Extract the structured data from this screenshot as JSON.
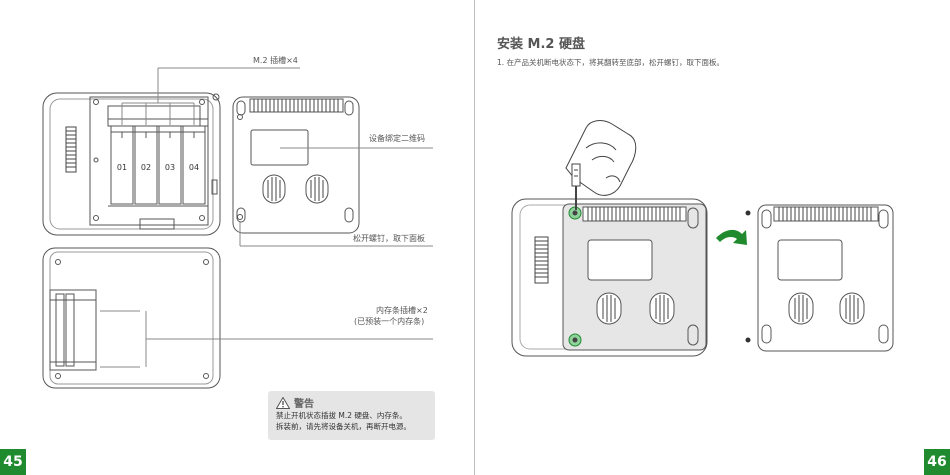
{
  "left_page": {
    "page_number": "45",
    "callouts": {
      "m2_slots": "M.2 插槽×4",
      "qr_code": "设备绑定二维码",
      "loosen_screws": "松开螺钉，取下面板",
      "ram_slot_line1": "内存条插槽×2",
      "ram_slot_line2": "(已预装一个内存条)"
    },
    "slot_labels": [
      "01",
      "02",
      "03",
      "04"
    ],
    "warning": {
      "title": "警告",
      "line1": "禁止开机状态插拔 M.2 硬盘、内存条。",
      "line2": "拆装前，请先将设备关机，再断开电源。"
    }
  },
  "right_page": {
    "page_number": "46",
    "heading": "安装 M.2 硬盘",
    "step1": "1. 在产品关机断电状态下，将其翻转至底部，松开螺钉，取下面板。"
  },
  "colors": {
    "accent_green": "#1f8a2e",
    "line_gray": "#666666",
    "warning_bg": "#e5e5e5"
  },
  "icons": [
    "warning-triangle-icon",
    "rotate-arrow-icon"
  ]
}
